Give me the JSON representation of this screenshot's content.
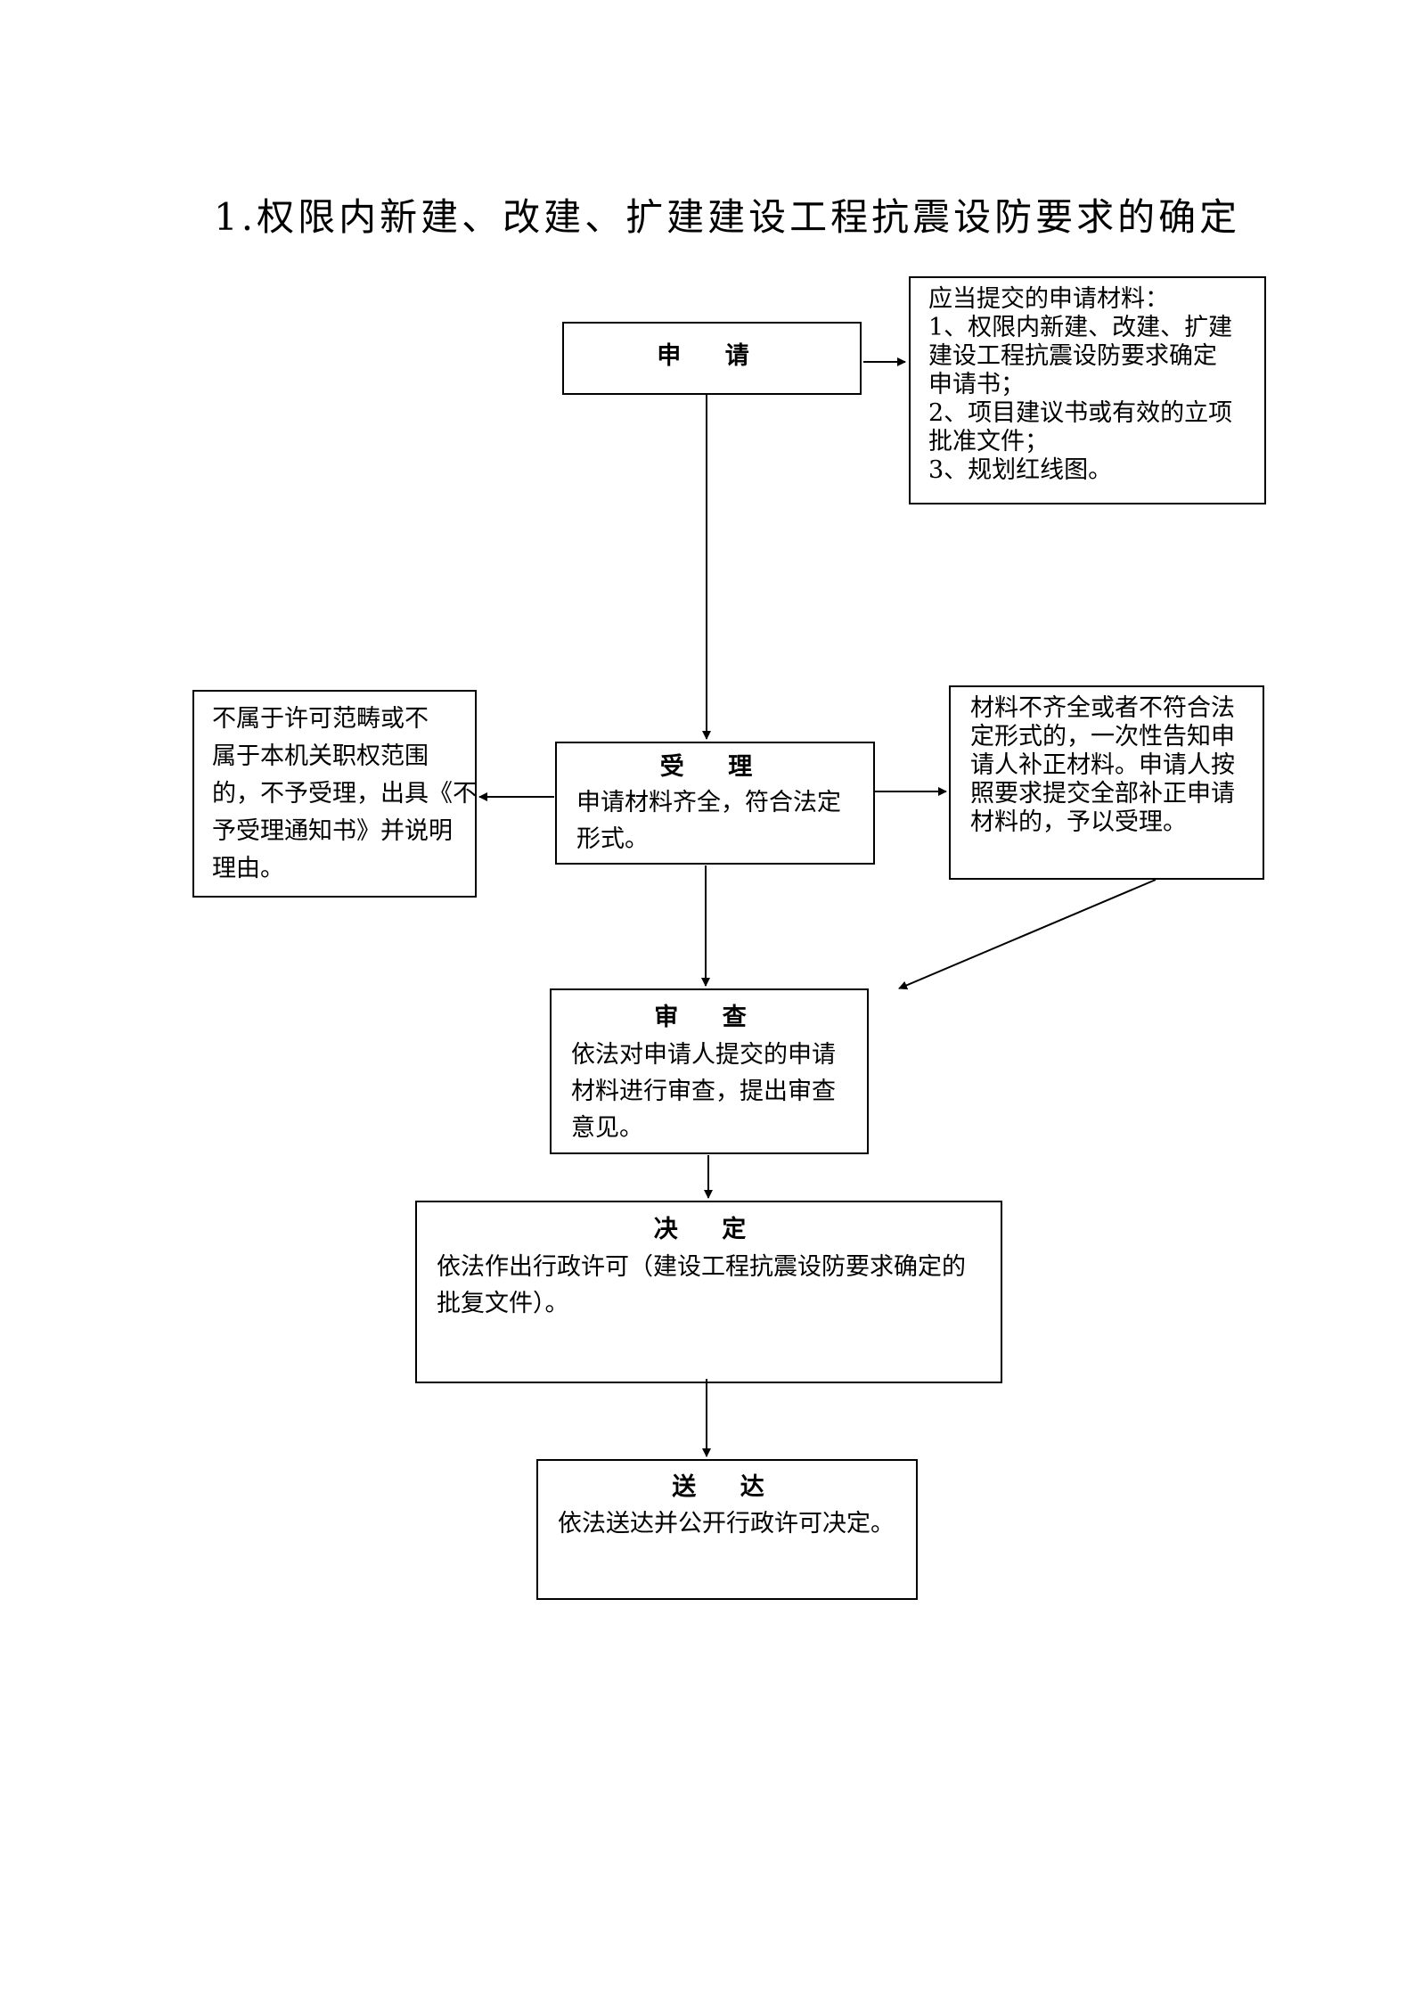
{
  "title": "1.权限内新建、改建、扩建建设工程抗震设防要求的确定",
  "apply": {
    "title": "申  请"
  },
  "materials": {
    "lines": [
      "应当提交的申请材料：",
      "1、权限内新建、改建、扩建",
      "建设工程抗震设防要求确定",
      "申请书；",
      "2、项目建议书或有效的立项",
      "批准文件；",
      "3、规划红线图。"
    ]
  },
  "reject": {
    "lines": [
      "不属于许可范畴或不",
      "属于本机关职权范围",
      "的，不予受理，出具《不",
      "予受理通知书》并说明",
      "理由。"
    ]
  },
  "accept": {
    "title": "受  理",
    "lines": [
      "申请材料齐全，符合法定",
      "形式。"
    ]
  },
  "supplement": {
    "lines": [
      "材料不齐全或者不符合法",
      "定形式的，一次性告知申",
      "请人补正材料。申请人按",
      "照要求提交全部补正申请",
      "材料的，予以受理。"
    ]
  },
  "review": {
    "title": "审  查",
    "lines": [
      "依法对申请人提交的申请",
      "材料进行审查，提出审查",
      "意见。"
    ]
  },
  "decide": {
    "title": "决  定",
    "lines": [
      "依法作出行政许可（建设工程抗震设防要求确定的",
      "批复文件）。"
    ]
  },
  "deliver": {
    "title": "送  达",
    "lines": [
      "依法送达并公开行政许可决定。"
    ]
  }
}
